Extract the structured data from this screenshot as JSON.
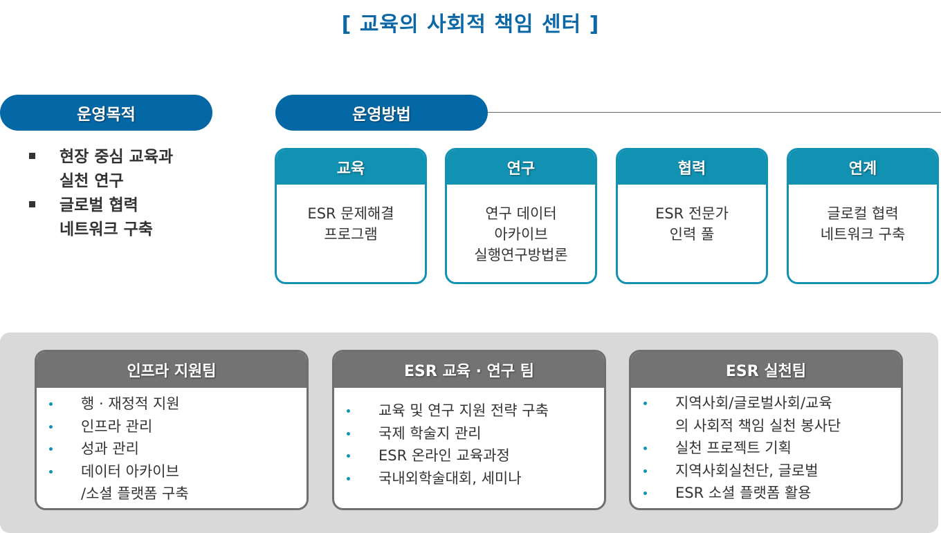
{
  "title": "[ 교육의 사회적 책임 센터 ]",
  "purpose": {
    "label": "운영목적",
    "items": [
      "현장 중심 교육과\n실천 연구",
      "글로벌 협력\n네트워크 구축"
    ]
  },
  "method": {
    "label": "운영방법",
    "cards": [
      {
        "title": "교육",
        "body": "ESR 문제해결\n프로그램"
      },
      {
        "title": "연구",
        "body": "연구 데이터\n아카이브\n실행연구방법론"
      },
      {
        "title": "협력",
        "body": "ESR 전문가\n인력 풀"
      },
      {
        "title": "연계",
        "body": "글로컬 협력\n네트워크 구축"
      }
    ]
  },
  "teams": [
    {
      "title": "인프라 지원팀",
      "items": [
        "행 · 재정적 지원",
        "인프라 관리",
        "성과 관리",
        "데이터 아카이브\n/소셜 플랫폼 구축"
      ]
    },
    {
      "title": "ESR 교육 · 연구 팀",
      "items": [
        "교육 및 연구 지원 전략 구축",
        "국제 학술지 관리",
        "ESR 온라인 교육과정",
        "국내외학술대회, 세미나"
      ]
    },
    {
      "title": "ESR 실천팀",
      "items": [
        "지역사회/글로벌사회/교육\n의 사회적 책임 실천 봉사단",
        "실천 프로젝트 기획",
        "지역사회실천단, 글로벌",
        "ESR 소셜 플랫폼 활용"
      ]
    }
  ],
  "colors": {
    "blue": "#0568a6",
    "teal": "#1292b3",
    "gray": "#737373"
  }
}
